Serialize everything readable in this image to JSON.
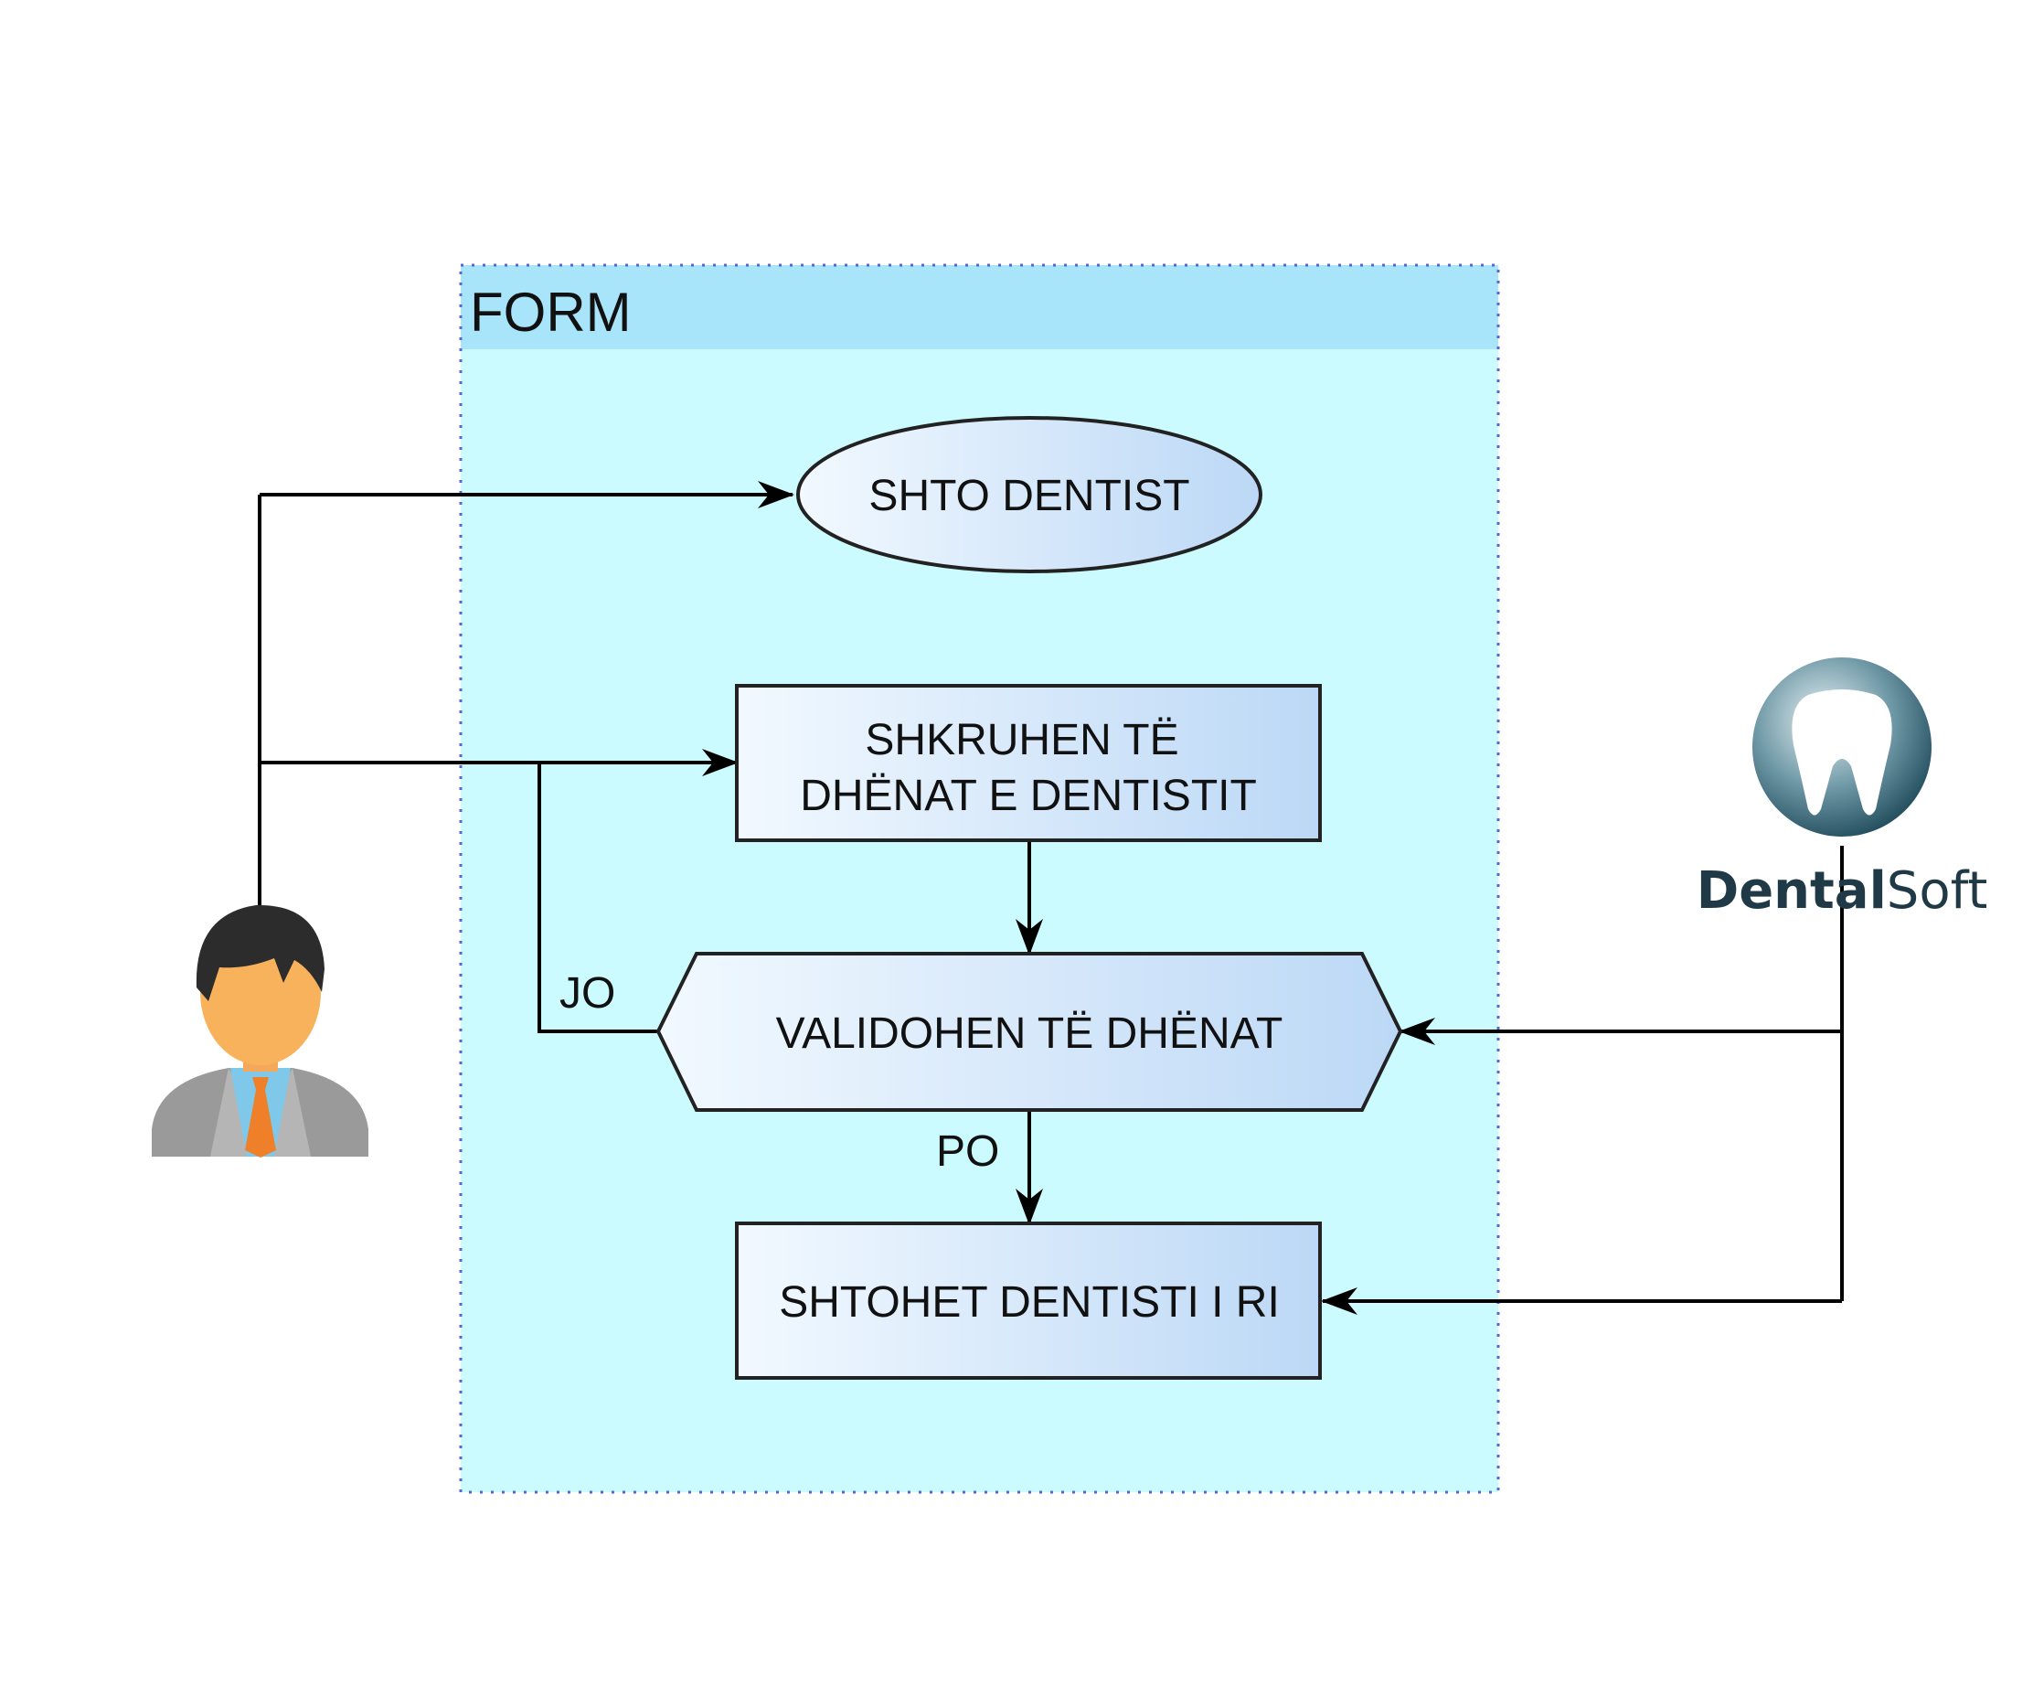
{
  "colors": {
    "container_fill": "#ccfbff",
    "container_header": "#a8e4fa",
    "container_border": "#5566dd",
    "node_fill_start": "#f2f9ff",
    "node_fill_end": "#bcd8f6",
    "node_stroke": "#222222",
    "edge_stroke": "#000000",
    "logo_text": "#1f3a46"
  },
  "container": {
    "title": "FORM"
  },
  "nodes": {
    "start": {
      "label": "SHTO DENTIST",
      "shape": "ellipse"
    },
    "enter_data": {
      "label_line1": "SHKRUHEN TË",
      "label_line2": "DHËNAT E DENTISTIT",
      "shape": "rectangle"
    },
    "validate": {
      "label": "VALIDOHEN TË DHËNAT",
      "shape": "hexagon"
    },
    "add": {
      "label": "SHTOHET DENTISTI I RI",
      "shape": "rectangle"
    }
  },
  "edges": {
    "no_label": "JO",
    "yes_label": "PO"
  },
  "actors": {
    "user": {
      "icon": "businessman-avatar-icon"
    },
    "system": {
      "icon": "tooth-logo-icon",
      "name_bold": "Dental",
      "name_light": "Soft"
    }
  }
}
